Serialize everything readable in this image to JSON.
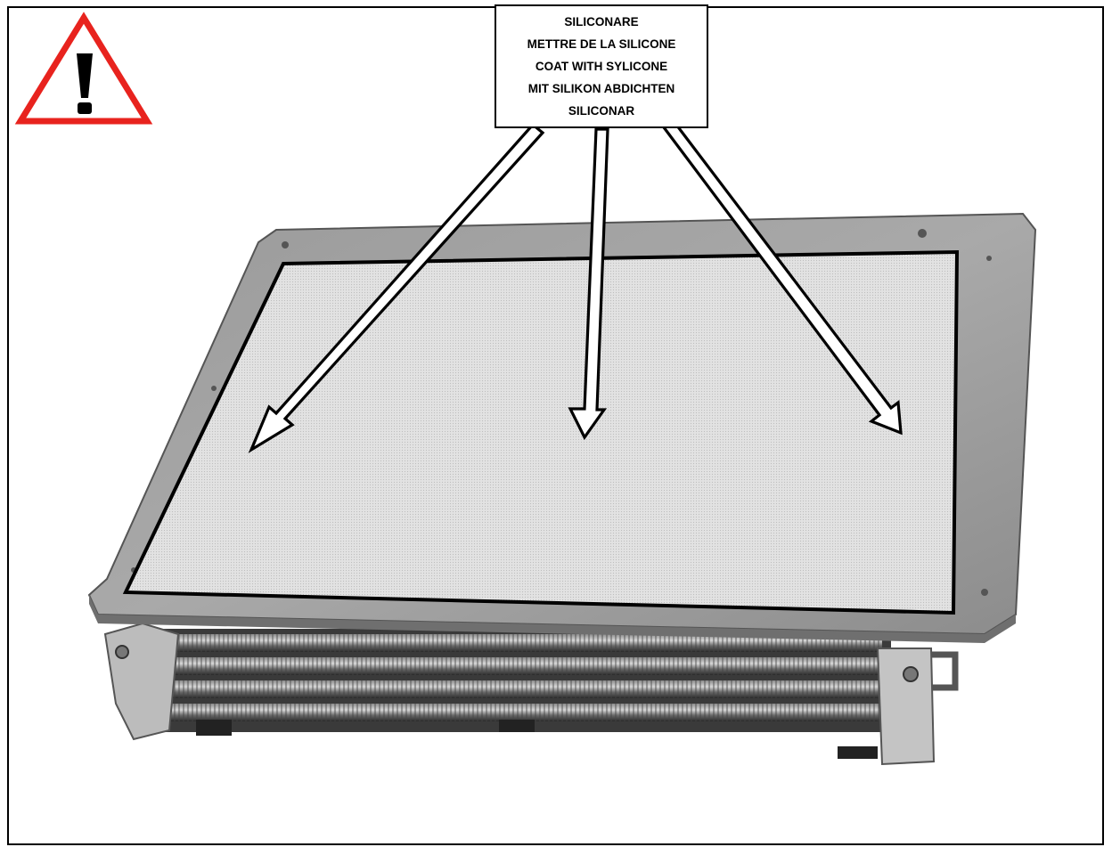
{
  "callout": {
    "lines": [
      "SILICONARE",
      "METTRE DE LA SILICONE",
      "COAT WITH SYLICONE",
      "MIT SILIKON ABDICHTEN",
      "SILICONAR"
    ]
  },
  "warning": {
    "icon": "warning-triangle-icon",
    "symbol": "!",
    "color": "#e8231e"
  },
  "colors": {
    "frame": "#000000",
    "highlight_area": "#d9d9d9"
  }
}
